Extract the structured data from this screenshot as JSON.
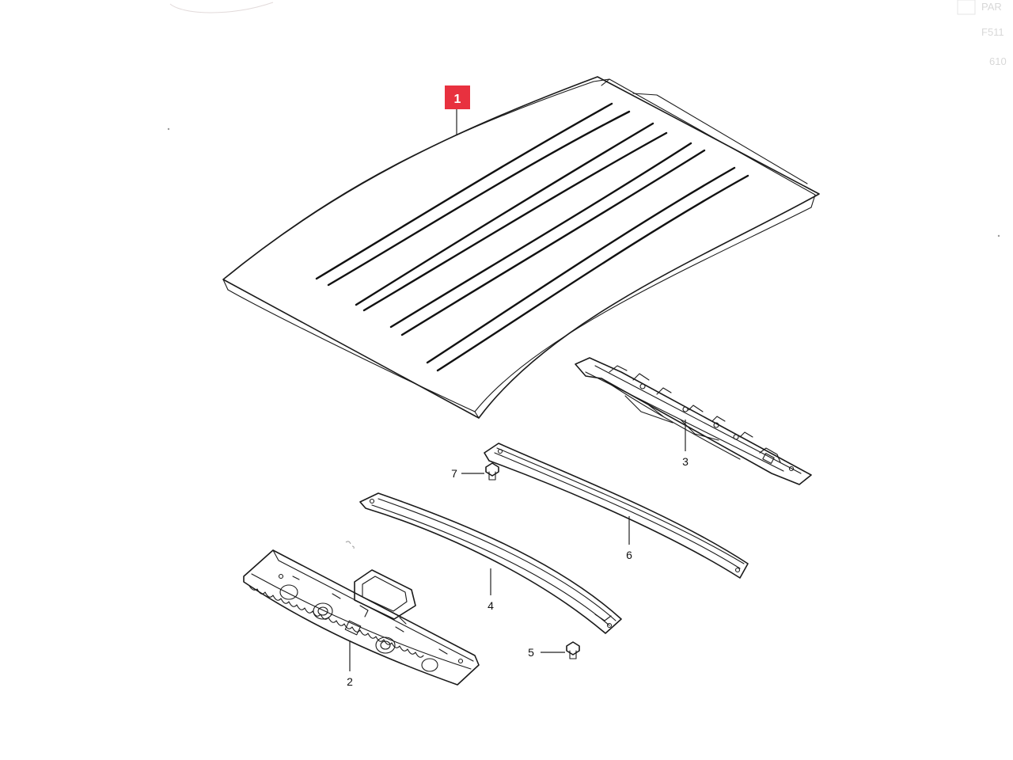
{
  "highlight_color": "#e8313f",
  "corner_fragments": [
    "PAR",
    "F511",
    "610"
  ],
  "callouts": [
    {
      "id": "1",
      "label": "1",
      "highlighted": true
    },
    {
      "id": "2",
      "label": "2",
      "highlighted": false
    },
    {
      "id": "3",
      "label": "3",
      "highlighted": false
    },
    {
      "id": "4",
      "label": "4",
      "highlighted": false
    },
    {
      "id": "5",
      "label": "5",
      "highlighted": false
    },
    {
      "id": "6",
      "label": "6",
      "highlighted": false
    },
    {
      "id": "7",
      "label": "7",
      "highlighted": false
    }
  ],
  "parts": [
    {
      "ref": "1",
      "name": "roof-panel"
    },
    {
      "ref": "2",
      "name": "front-roof-header-rail"
    },
    {
      "ref": "3",
      "name": "rear-roof-header-rail"
    },
    {
      "ref": "4",
      "name": "roof-bow-front"
    },
    {
      "ref": "5",
      "name": "bolt"
    },
    {
      "ref": "6",
      "name": "roof-bow-rear"
    },
    {
      "ref": "7",
      "name": "bolt"
    }
  ]
}
